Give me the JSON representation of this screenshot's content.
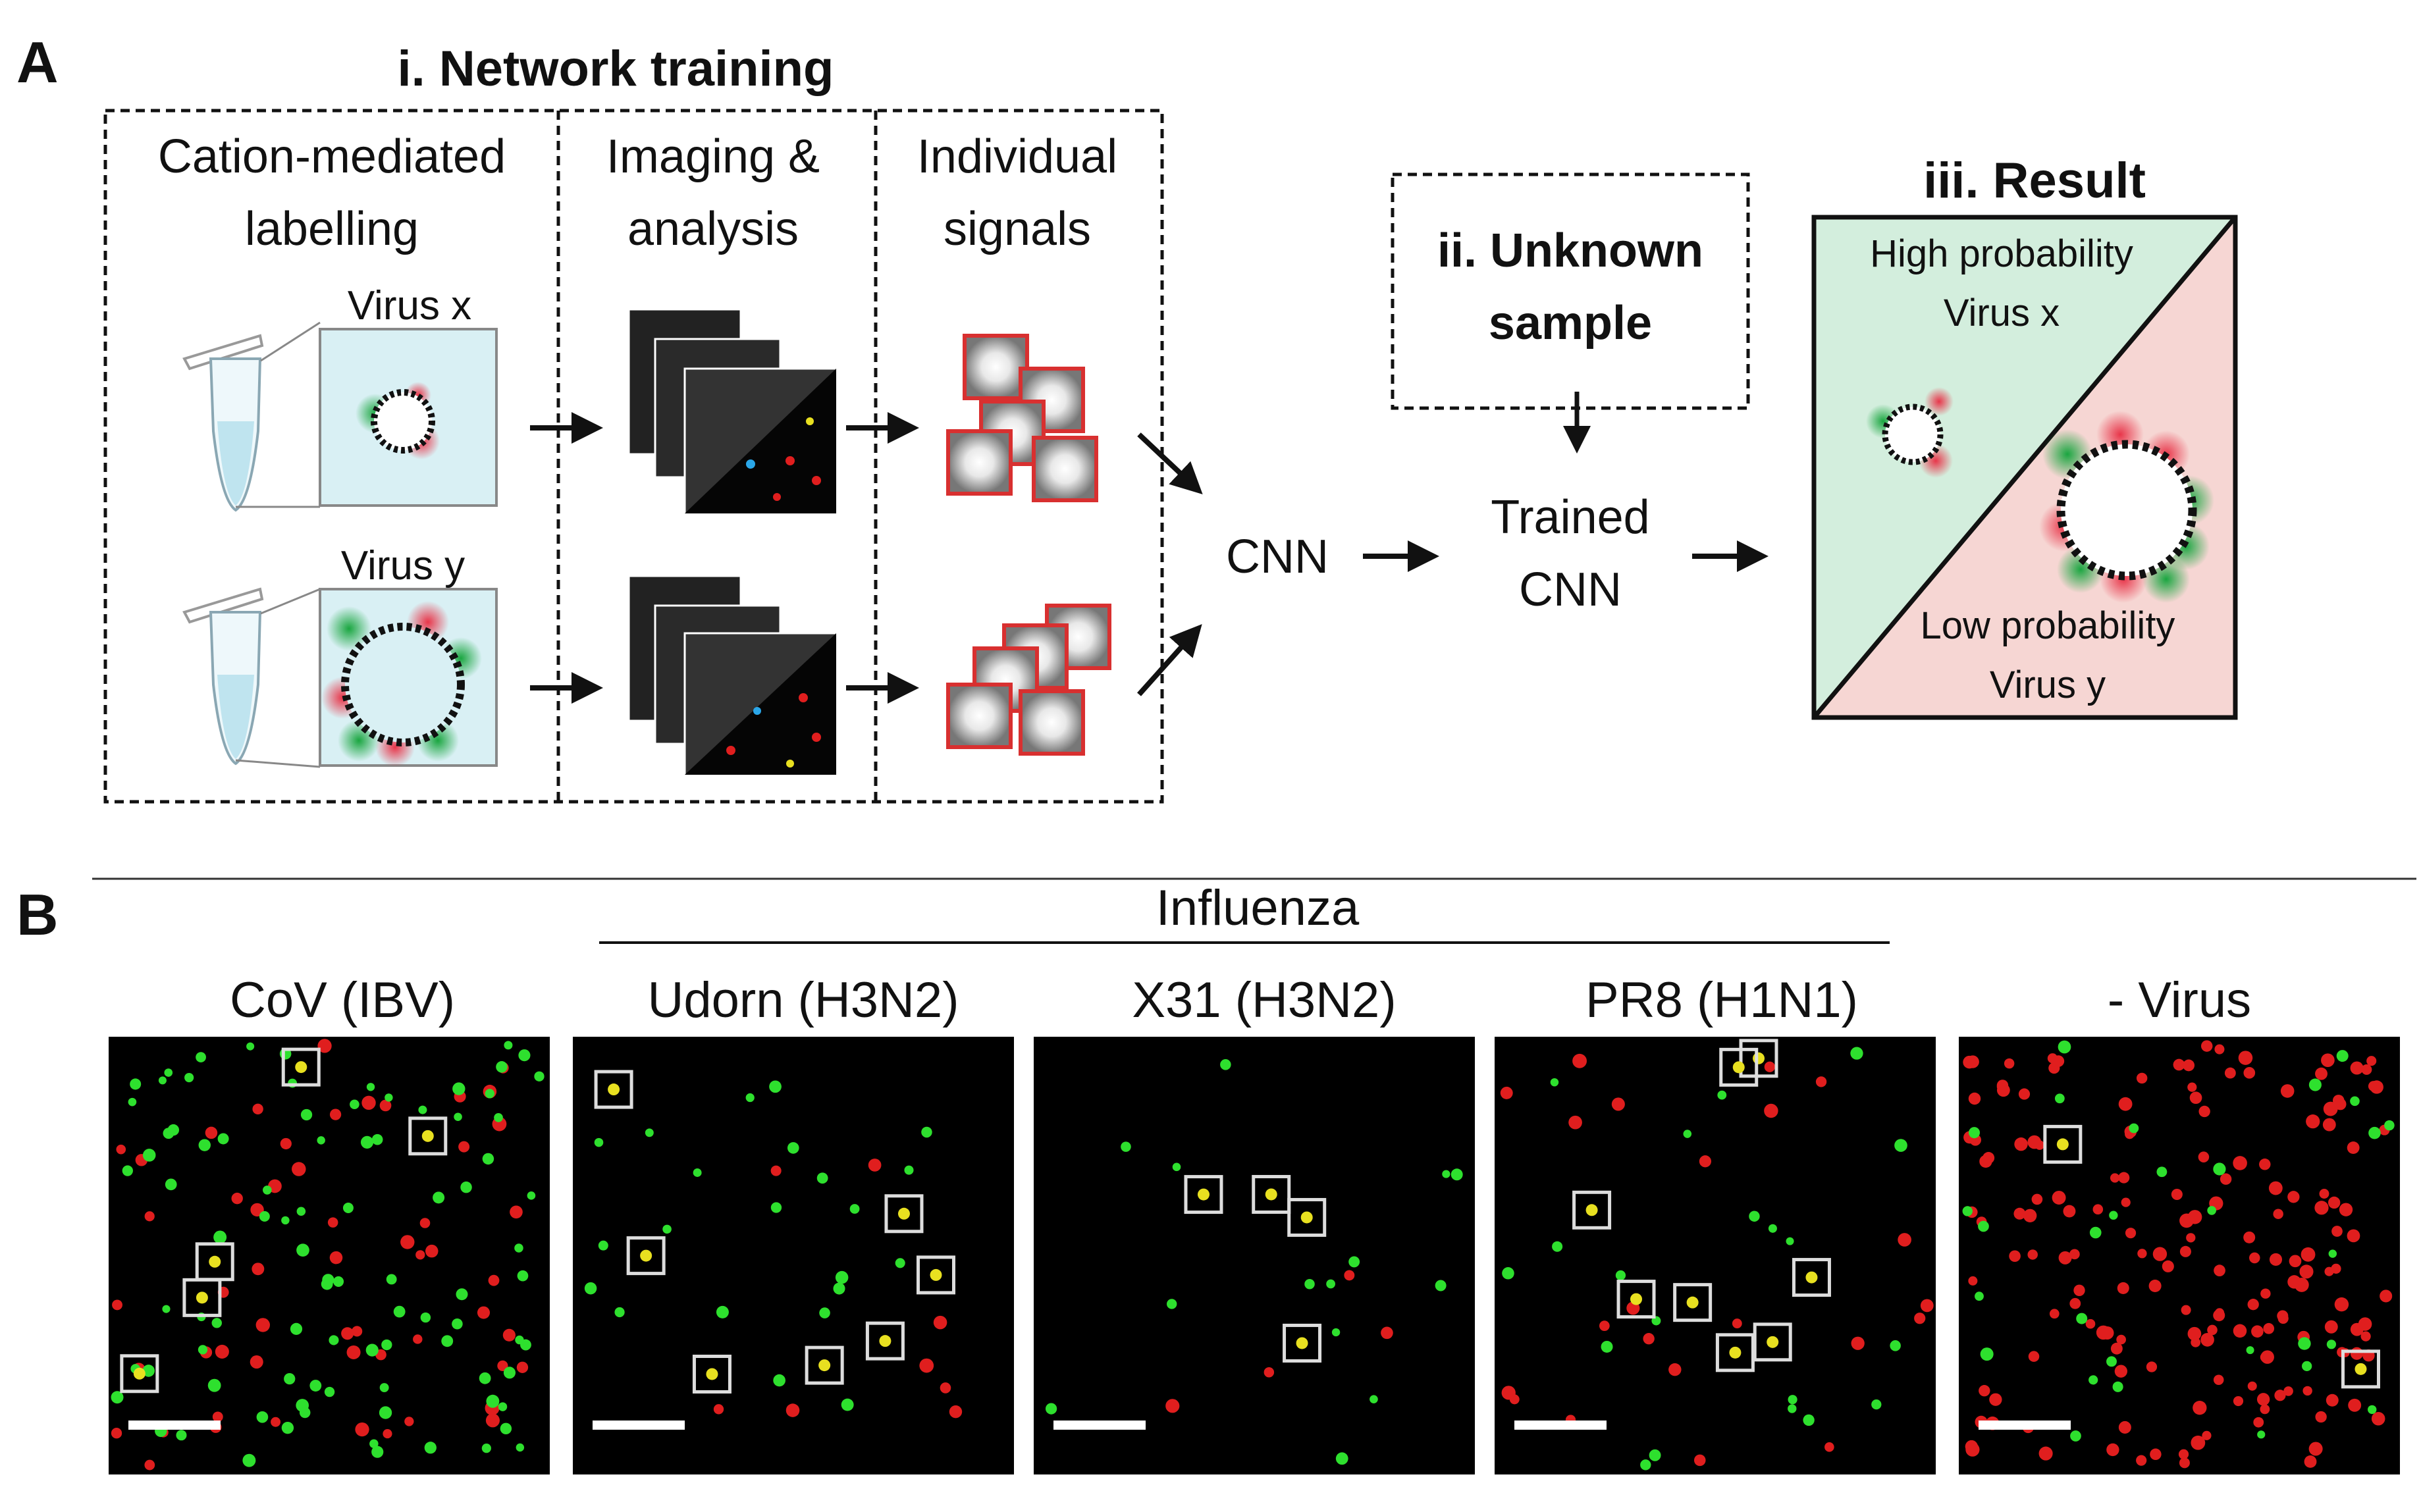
{
  "panelA": {
    "label": "A",
    "network_training": {
      "title": "i. Network training",
      "col1": [
        "Cation-mediated",
        "labelling"
      ],
      "col2": [
        "Imaging &",
        "analysis"
      ],
      "col3": [
        "Individual",
        "signals"
      ],
      "virus_x": "Virus x",
      "virus_y": "Virus y"
    },
    "cnn": "CNN",
    "unknown_sample": [
      "ii. Unknown",
      "sample"
    ],
    "trained_cnn": [
      "Trained",
      "CNN"
    ],
    "result": {
      "title": "iii. Result",
      "high": [
        "High probability",
        "Virus x"
      ],
      "low": [
        "Low probability",
        "Virus y"
      ]
    }
  },
  "panelB": {
    "label": "B",
    "group_label": "Influenza",
    "panels": [
      {
        "title": "CoV (IBV)"
      },
      {
        "title": "Udorn (H3N2)"
      },
      {
        "title": "X31 (H3N2)"
      },
      {
        "title": "PR8 (H1N1)"
      },
      {
        "title": "- Virus"
      }
    ]
  },
  "colors": {
    "green_signal": "#2ee02e",
    "red_signal": "#e01e1e",
    "yellow_coloc": "#e8e020",
    "high_bg": "#d3eedd",
    "low_bg": "#f6d6d3",
    "label_bg": "#d9f0f4",
    "box_red": "#d83030"
  }
}
